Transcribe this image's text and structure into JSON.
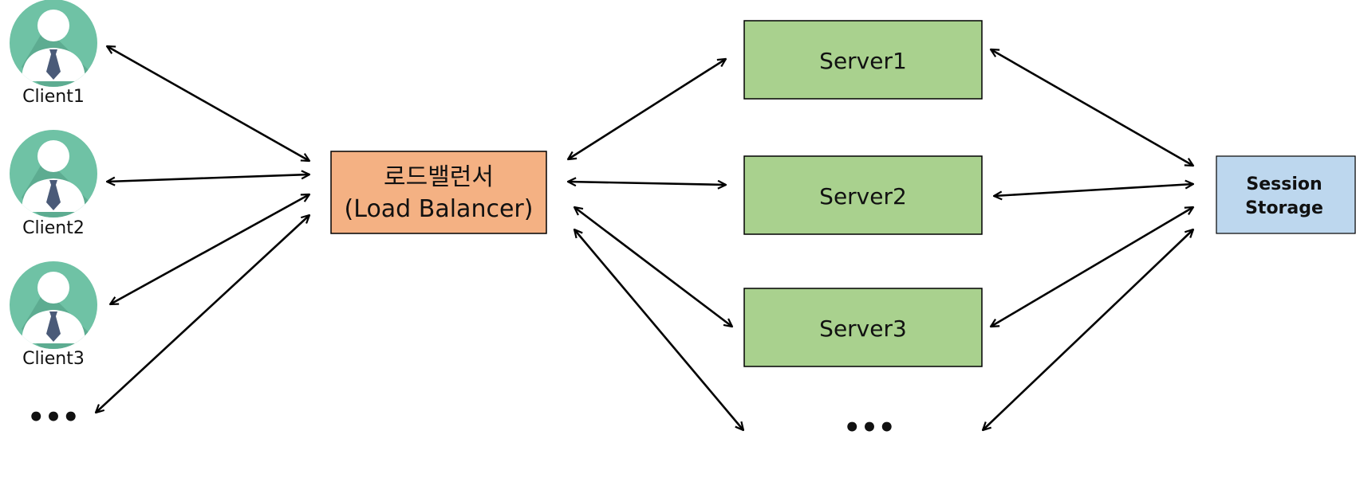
{
  "clients": [
    {
      "label": "Client1"
    },
    {
      "label": "Client2"
    },
    {
      "label": "Client3"
    }
  ],
  "client_more": "•••",
  "load_balancer": {
    "line1": "로드밸런서",
    "line2": "(Load Balancer)",
    "color": "#f4b183"
  },
  "servers": [
    {
      "label": "Server1"
    },
    {
      "label": "Server2"
    },
    {
      "label": "Server3"
    }
  ],
  "server_more": "•••",
  "server_color": "#a9d18e",
  "session_storage": {
    "line1": "Session",
    "line2": "Storage",
    "color": "#bdd7ee"
  },
  "icon": {
    "name": "user-business-icon",
    "circle_color": "#6fc2a5",
    "shadow_color": "#5aa88d",
    "tie_color": "#4a5a78"
  }
}
